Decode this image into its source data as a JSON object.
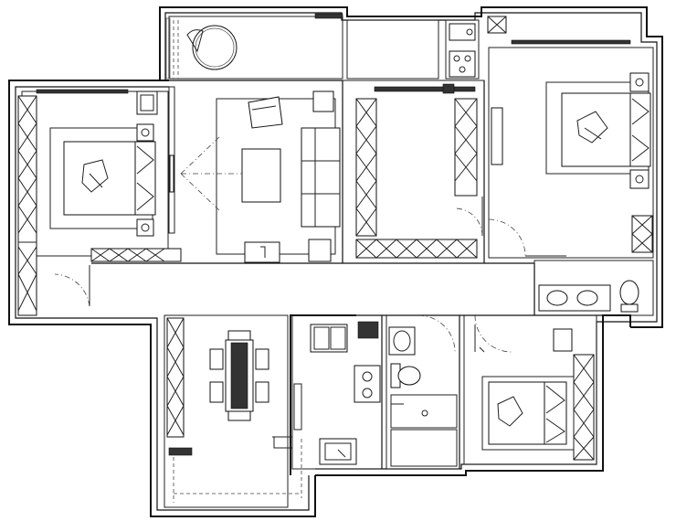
{
  "plan": {
    "background": "#ffffff",
    "line_color": "#111111",
    "rooms": [
      {
        "id": "balcony-north"
      },
      {
        "id": "living-room"
      },
      {
        "id": "bedroom-west"
      },
      {
        "id": "study-room"
      },
      {
        "id": "master-bedroom"
      },
      {
        "id": "master-bath"
      },
      {
        "id": "dining-area"
      },
      {
        "id": "kitchen"
      },
      {
        "id": "bathroom"
      },
      {
        "id": "bedroom-south"
      },
      {
        "id": "balcony-south"
      }
    ]
  }
}
